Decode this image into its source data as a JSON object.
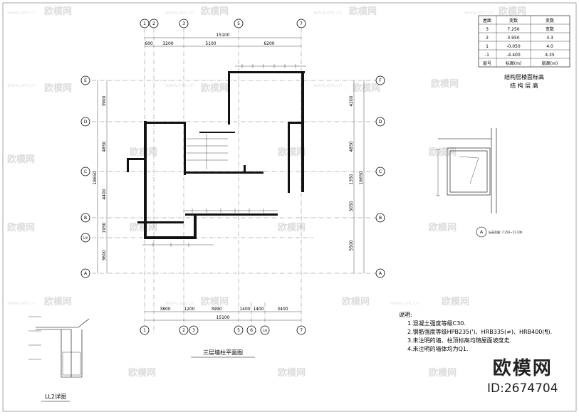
{
  "watermark": {
    "text": "欧模网",
    "url": "www.om.cn"
  },
  "axes": {
    "columns": [
      "1",
      "2",
      "3",
      "5",
      "7"
    ],
    "bottom_columns": [
      "1",
      "2",
      "3",
      "5",
      "6",
      "1/6",
      "7"
    ],
    "rows": [
      "E",
      "D",
      "C",
      "B",
      "1/A",
      "A"
    ],
    "right_rows": [
      "F",
      "D",
      "C",
      "B",
      "A"
    ]
  },
  "dims": {
    "top_total": "15100",
    "top_parts": [
      "600",
      "3200",
      "5100",
      "6200"
    ],
    "bottom_total": "15100",
    "bottom_parts": [
      "3800",
      "1200",
      "3990",
      "1400",
      "1400",
      "3400"
    ],
    "left_total": "18650",
    "left_parts": [
      "3900",
      "4850",
      "4400",
      "1950",
      "3600"
    ],
    "right_total": "18650",
    "right_parts": [
      "4200",
      "4850",
      "1350",
      "3050",
      "5500"
    ]
  },
  "plan_title": "三层墙柱平面图",
  "detail_title": "LL2详图",
  "section_label": "A",
  "section_note": "标高范围: 7.250~11.100",
  "level_table": {
    "headers": [
      "屋面",
      "层高(m)"
    ],
    "col_headers": [
      "层号",
      "标高(m)",
      "层高(m)"
    ],
    "rows": [
      [
        "3",
        "7.250",
        "变数"
      ],
      [
        "2",
        "3.950",
        "3.3"
      ],
      [
        "1",
        "-0.050",
        "4.0"
      ],
      [
        "-1",
        "-4.400",
        "4.35"
      ]
    ],
    "first_row": [
      "屋面",
      "变数",
      "变数"
    ],
    "caption1": "结构层楼面标高",
    "caption2": "结 构 层 高"
  },
  "notes": {
    "heading": "说明:",
    "items": [
      "1.混凝土强度等级C30.",
      "2.钢筋强度等级HPB235(')、HRB335(≠)、HRB400(¶).",
      "3.未注明的墙、柱顶标高均随屋面坡度走.",
      "4.未注明的墙体均为Q1."
    ]
  },
  "brand": {
    "name": "欧模网",
    "id": "ID:2674704"
  }
}
